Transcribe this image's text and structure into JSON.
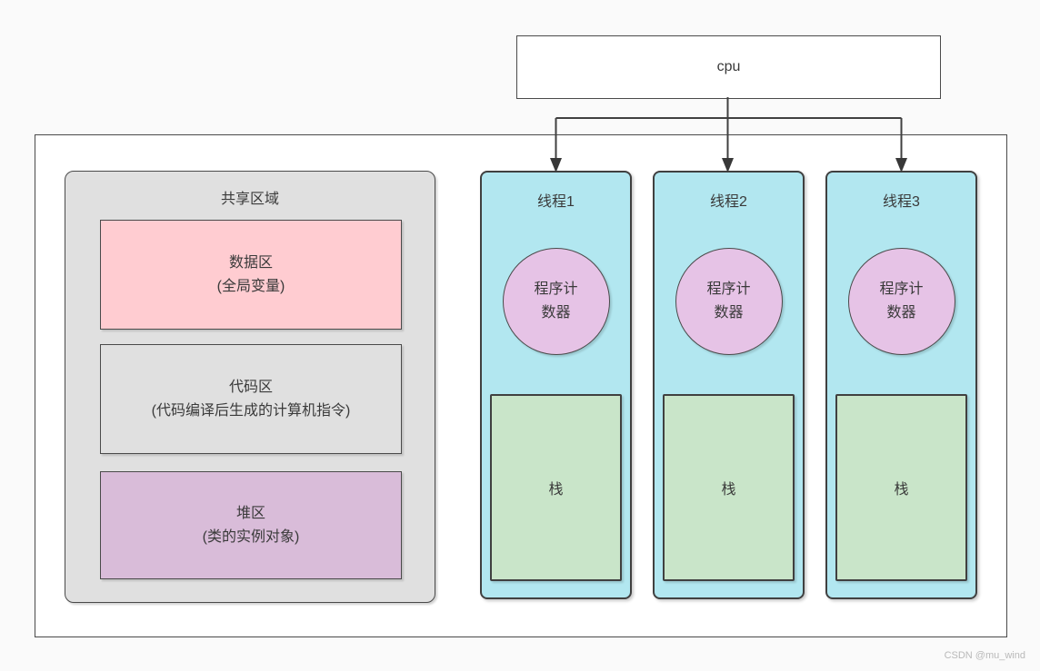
{
  "cpu": {
    "label": "cpu"
  },
  "shared_region": {
    "title": "共享区域",
    "sections": [
      {
        "name": "data-area",
        "line1": "数据区",
        "line2": "(全局变量)",
        "fill": "#ffccd1"
      },
      {
        "name": "code-area",
        "line1": "代码区",
        "line2": "(代码编译后生成的计算机指令)",
        "fill": "#e0e0e0"
      },
      {
        "name": "heap-area",
        "line1": "堆区",
        "line2": "(类的实例对象)",
        "fill": "#d9bcd9"
      }
    ]
  },
  "threads": [
    {
      "title": "线程1",
      "counter": "程序计数器",
      "stack": "栈"
    },
    {
      "title": "线程2",
      "counter": "程序计数器",
      "stack": "栈"
    },
    {
      "title": "线程3",
      "counter": "程序计数器",
      "stack": "栈"
    }
  ],
  "watermark": "CSDN @mu_wind",
  "colors": {
    "page_background": "#fafafa",
    "box_white": "#ffffff",
    "border_dark": "#4a4a4a",
    "shared_gray": "#e0e0e0",
    "data_pink": "#ffccd1",
    "heap_purple": "#d9bcd9",
    "thread_cyan": "#b2e7f0",
    "counter_pink": "#e6c3e6",
    "stack_green": "#c9e5c9",
    "connector_line": "#404040",
    "text": "#3a3a3a",
    "watermark_gray": "#b9b9b9"
  }
}
